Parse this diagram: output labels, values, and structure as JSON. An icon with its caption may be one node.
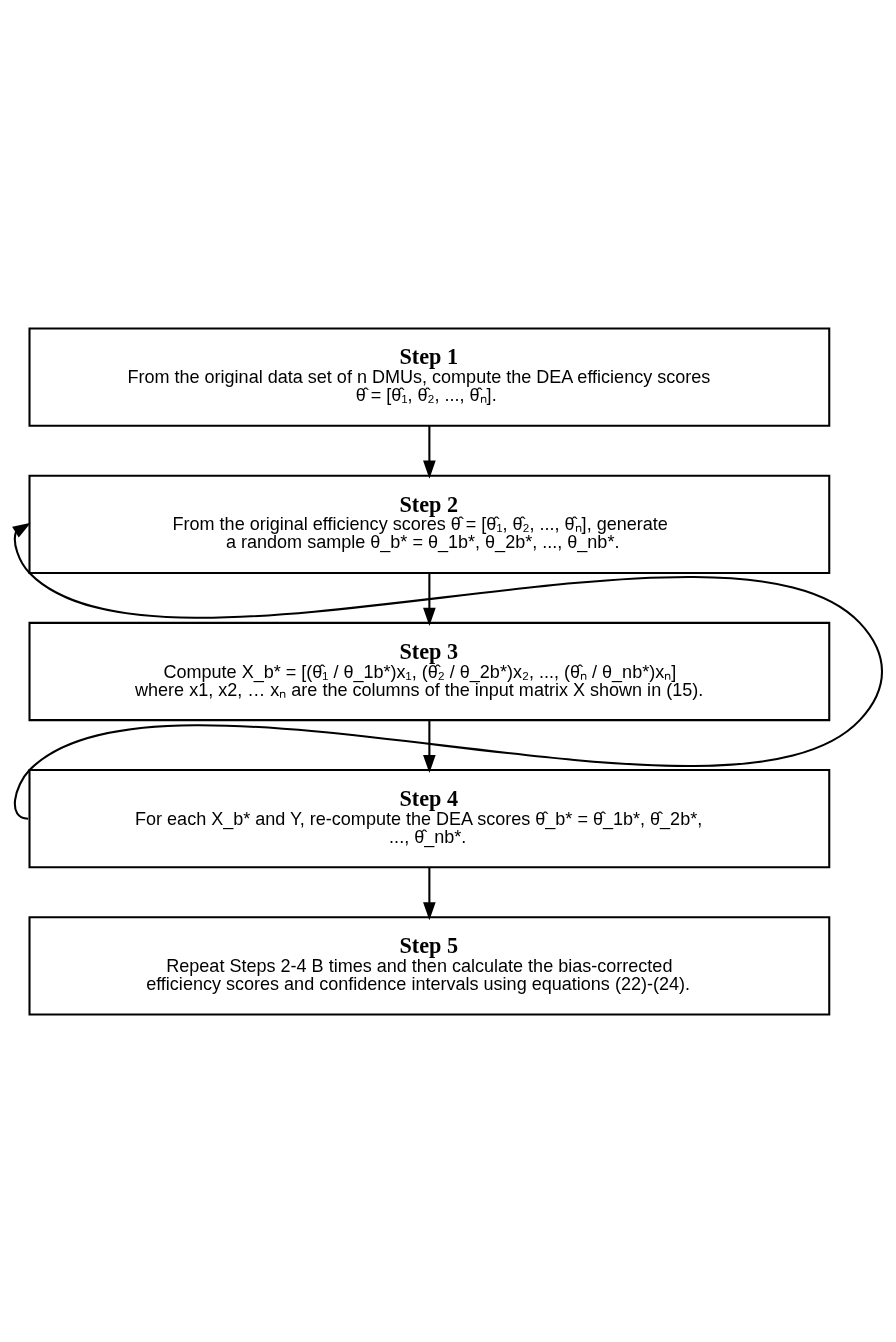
{
  "diagram": {
    "nodes": [
      {
        "text": [
          "Step 1",
          "From the original data set of n DMUs, compute the DEA efficiency scores θ̂ = [θ̂₁, θ̂₂, ..., θ̂ₙ]."
        ]
      },
      {
        "text": [
          "Step 2",
          "From the original efficiency scores θ̂ = [θ̂₁, θ̂₂, ..., θ̂ₙ], generate a random sample θ_b* = θ_1b*, θ_2b*, ..., θ_nb*."
        ]
      },
      {
        "text": [
          "Step 3",
          "Compute X_b* = [(θ̂₁ / θ_1b*)x₁, (θ̂₂ / θ_2b*)x₂, ..., (θ̂ₙ / θ_nb*)xₙ] where x1, x2, … xₙ are the columns of the input matrix X shown in (15)."
        ]
      },
      {
        "text": [
          "Step 4",
          "For each X_b* and Y, re-compute the DEA scores θ̂_b* = θ̂_1b*, θ̂_2b*, ..., θ̂_nb*."
        ]
      },
      {
        "text": [
          "Step 5",
          "Repeat Steps 2-4 B times and then calculate the bias-corrected efficiency scores and confidence intervals using equations (22)-(24)."
        ]
      }
    ],
    "edges": [
      {
        "from": 0,
        "to": 1,
        "arrow": "to"
      },
      {
        "from": 1,
        "to": 2,
        "arrow": "to"
      },
      {
        "from": 2,
        "to": 3,
        "arrow": "to"
      },
      {
        "from": 3,
        "to": 4,
        "arrow": "to"
      },
      {
        "from": 3,
        "to": 1,
        "arrow": "to"
      }
    ]
  }
}
